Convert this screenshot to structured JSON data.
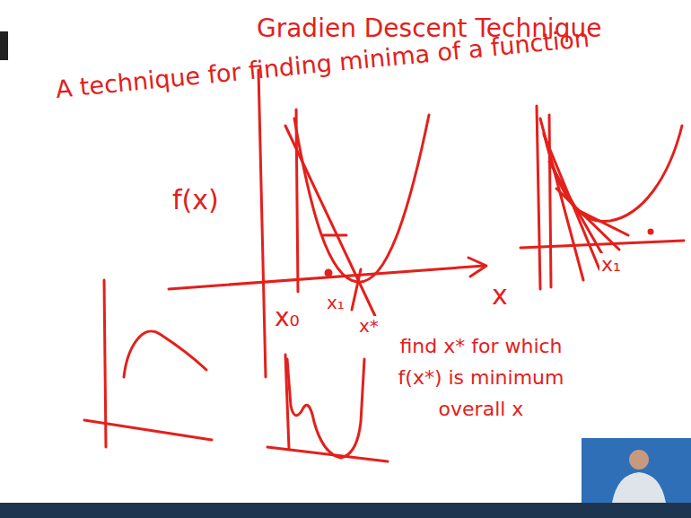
{
  "diagram": {
    "title": "Gradien Descent Technique",
    "labels": [
      "A technique for finding minima of a function",
      "f(x)",
      "x",
      "x₀",
      "x₁",
      "x*",
      "find x* for which f(x*) is minimum overall x",
      "x₁"
    ]
  }
}
